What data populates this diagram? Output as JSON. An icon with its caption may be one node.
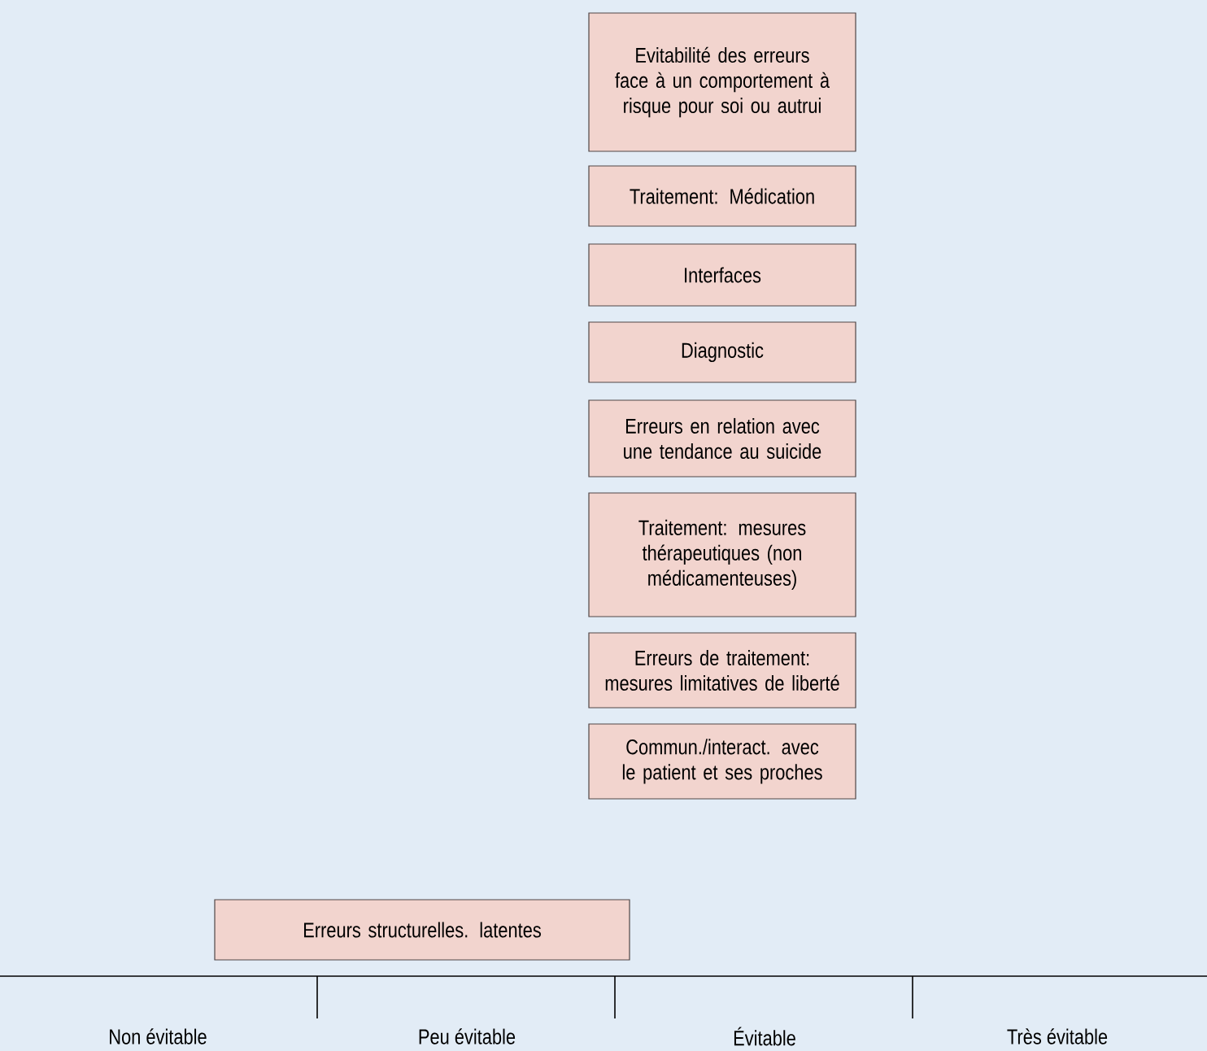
{
  "diagram": {
    "nodes": [
      {
        "text": [
          "Evitabilité des erreurs face à un comportement à risque pour soi ou autrui"
        ]
      },
      {
        "text": [
          "Traitement: Médication"
        ]
      },
      {
        "text": [
          "Interfaces"
        ]
      },
      {
        "text": [
          "Diagnostic"
        ]
      },
      {
        "text": [
          "Erreurs en relation avec une tendance au suicide"
        ]
      },
      {
        "text": [
          "Traitement: mesures thérapeutiques (non médicamenteuses)"
        ]
      },
      {
        "text": [
          "Erreurs de traitement: mesures limitatives de liberté"
        ]
      },
      {
        "text": [
          "Commun./interact. avec le patient et ses proches"
        ]
      },
      {
        "text": [
          "Erreurs structurelles. latentes"
        ]
      }
    ],
    "labels": [
      "Non évitable",
      "Peu évitable",
      "Évitable",
      "Très évitable"
    ]
  }
}
